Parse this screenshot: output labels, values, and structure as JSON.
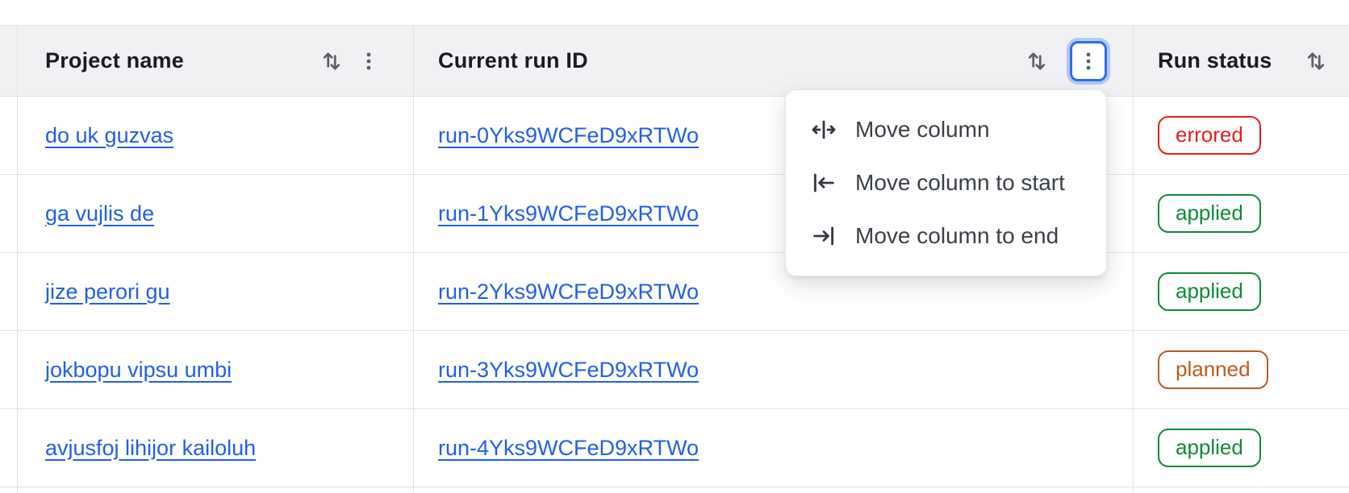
{
  "table": {
    "columns": [
      {
        "label": "Project name"
      },
      {
        "label": "Current run ID"
      },
      {
        "label": "Run status"
      }
    ],
    "rows": [
      {
        "project": "do uk guzvas",
        "run_id": "run-0Yks9WCFeD9xRTWo",
        "status": "errored"
      },
      {
        "project": "ga vujlis de",
        "run_id": "run-1Yks9WCFeD9xRTWo",
        "status": "applied"
      },
      {
        "project": "jize perori gu",
        "run_id": "run-2Yks9WCFeD9xRTWo",
        "status": "applied"
      },
      {
        "project": "jokbopu vipsu umbi",
        "run_id": "run-3Yks9WCFeD9xRTWo",
        "status": "planned"
      },
      {
        "project": "avjusfoj lihijor kailoluh",
        "run_id": "run-4Yks9WCFeD9xRTWo",
        "status": "applied"
      }
    ]
  },
  "menu": {
    "items": [
      {
        "label": "Move column",
        "icon": "move-column-icon"
      },
      {
        "label": "Move column to start",
        "icon": "move-column-to-start-icon"
      },
      {
        "label": "Move column to end",
        "icon": "move-column-to-end-icon"
      }
    ]
  },
  "colors": {
    "status": {
      "errored": "#e1201b",
      "applied": "#0f8a38",
      "planned": "#bd5b1e"
    },
    "link": "#2061e5",
    "header_background": "#f1f1f3",
    "border": "#e0e1e4",
    "focus_ring": "#2e6ee8",
    "icon_gray": "#5b6066"
  }
}
